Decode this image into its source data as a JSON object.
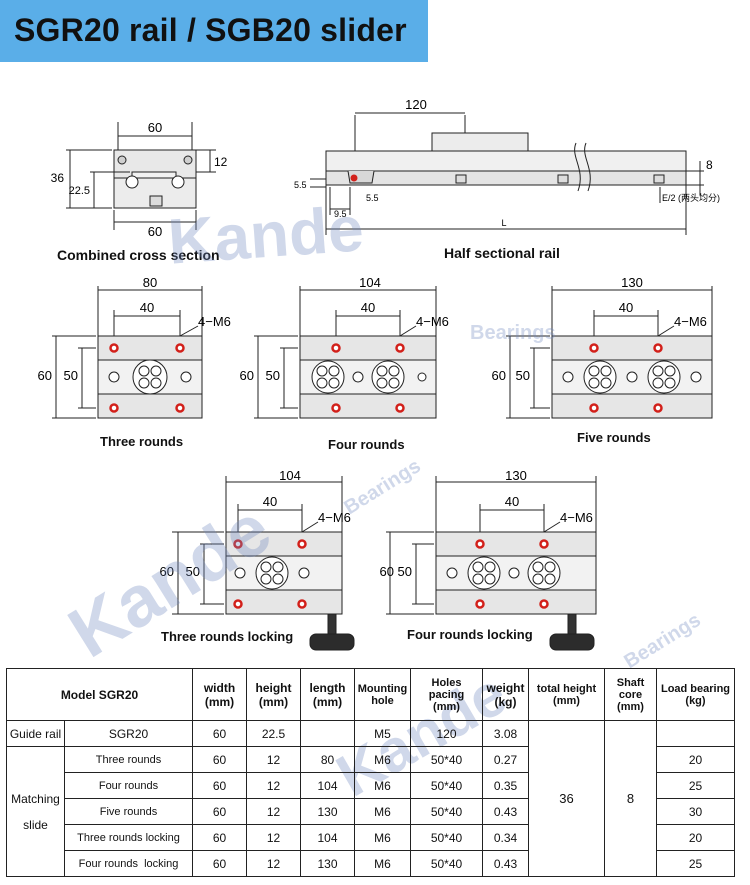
{
  "title": "SGR20 rail / SGB20 slider",
  "colors": {
    "banner": "#5aaee8",
    "hole": "#d2201a",
    "body": "#e6e6e6",
    "line": "#222222"
  },
  "cross_section": {
    "caption": "Combined cross section",
    "dim_top": "60",
    "dim_bottom": "60",
    "dim_height": "36",
    "dim_rail": "22.5",
    "dim_slider": "12"
  },
  "half_rail": {
    "caption": "Half sectional rail",
    "dim_pitch": "120",
    "dim_core": "8",
    "dim_55a": "5.5",
    "dim_55b": "5.5",
    "dim_95": "9.5",
    "dim_e": "E/2",
    "note": "(两头均分)",
    "dim_l": "L"
  },
  "sliders": [
    {
      "caption": "Three rounds",
      "dim_len": "80",
      "dim_hole": "40",
      "dim_w": "60",
      "dim_h": "50",
      "holes": "4−M6"
    },
    {
      "caption": "Four rounds",
      "dim_len": "104",
      "dim_hole": "40",
      "dim_w": "60",
      "dim_h": "50",
      "holes": "4−M6"
    },
    {
      "caption": "Five rounds",
      "dim_len": "130",
      "dim_hole": "40",
      "dim_w": "60",
      "dim_h": "50",
      "holes": "4−M6"
    },
    {
      "caption": "Three rounds locking",
      "dim_len": "104",
      "dim_hole": "40",
      "dim_w": "60",
      "dim_h": "50",
      "holes": "4−M6"
    },
    {
      "caption": "Four rounds  locking",
      "dim_len": "130",
      "dim_hole": "40",
      "dim_w": "60",
      "dim_h": "50",
      "holes": "4−M6"
    }
  ],
  "watermark": {
    "brand": "Kande",
    "sub": "Bearings"
  },
  "table": {
    "headers": {
      "model": "Model SGR20",
      "width": [
        "width",
        "(mm)"
      ],
      "height": [
        "height",
        "(mm)"
      ],
      "length": [
        "length",
        "(mm)"
      ],
      "mounting": [
        "Mounting",
        "hole"
      ],
      "holes": [
        "Holes",
        "pacing",
        "(mm)"
      ],
      "weight": [
        "weight",
        "(kg)"
      ],
      "total": [
        "total height",
        "(mm)"
      ],
      "shaft": [
        "Shaft",
        "core",
        "(mm)"
      ],
      "load": [
        "Load bearing",
        "(kg)"
      ]
    },
    "guide_label": "Guide rail",
    "guide": {
      "model": "SGR20",
      "width": "60",
      "height": "22.5",
      "length": "",
      "mounting": "M5",
      "holes": "120",
      "weight": "3.08",
      "load": ""
    },
    "matching_label": [
      "Matching",
      "slide"
    ],
    "total_height": "36",
    "shaft_core": "8",
    "rows": [
      {
        "model": "Three rounds",
        "width": "60",
        "height": "12",
        "length": "80",
        "mounting": "M6",
        "holes": "50*40",
        "weight": "0.27",
        "load": "20"
      },
      {
        "model": "Four rounds",
        "width": "60",
        "height": "12",
        "length": "104",
        "mounting": "M6",
        "holes": "50*40",
        "weight": "0.35",
        "load": "25"
      },
      {
        "model": "Five rounds",
        "width": "60",
        "height": "12",
        "length": "130",
        "mounting": "M6",
        "holes": "50*40",
        "weight": "0.43",
        "load": "30"
      },
      {
        "model": "Three rounds locking",
        "width": "60",
        "height": "12",
        "length": "104",
        "mounting": "M6",
        "holes": "50*40",
        "weight": "0.34",
        "load": "20"
      },
      {
        "model": "Four rounds  locking",
        "width": "60",
        "height": "12",
        "length": "130",
        "mounting": "M6",
        "holes": "50*40",
        "weight": "0.43",
        "load": "25"
      }
    ]
  }
}
